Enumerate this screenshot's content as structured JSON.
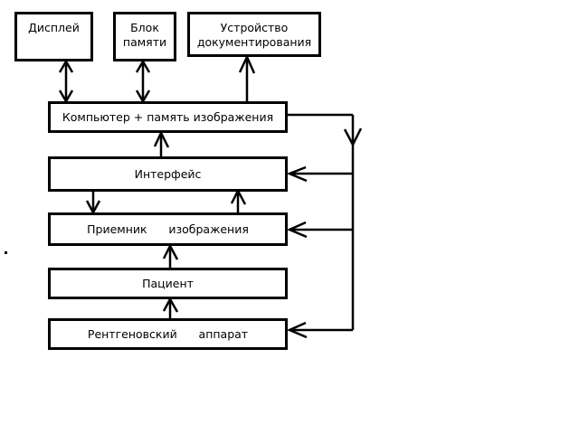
{
  "diagram": {
    "title": "Digital radiography system block diagram",
    "background_color": "#ffffff",
    "line_color": "#000000",
    "nodes": [
      {
        "id": "display",
        "label": "Дисплей"
      },
      {
        "id": "memory-unit",
        "label": "Блок\nпамяти"
      },
      {
        "id": "documentation",
        "label": "Устройство\nдокументирования"
      },
      {
        "id": "computer",
        "label": "Компьютер + память изображения"
      },
      {
        "id": "interface",
        "label": "Интерфейс"
      },
      {
        "id": "image-receptor",
        "label": "Приемник      изображения"
      },
      {
        "id": "patient",
        "label": "Пациент"
      },
      {
        "id": "xray-machine",
        "label": "Рентгеновский      аппарат"
      }
    ],
    "connections": [
      {
        "from": "computer",
        "to": "display",
        "type": "bidirectional"
      },
      {
        "from": "computer",
        "to": "memory-unit",
        "type": "bidirectional"
      },
      {
        "from": "computer",
        "to": "documentation",
        "type": "unidirectional"
      },
      {
        "from": "interface",
        "to": "computer",
        "type": "unidirectional"
      },
      {
        "from": "interface",
        "to": "image-receptor",
        "type": "unidirectional"
      },
      {
        "from": "image-receptor",
        "to": "interface",
        "type": "unidirectional"
      },
      {
        "from": "patient",
        "to": "image-receptor",
        "type": "unidirectional"
      },
      {
        "from": "xray-machine",
        "to": "patient",
        "type": "unidirectional"
      },
      {
        "from": "computer",
        "to": "interface",
        "type": "control-bus"
      },
      {
        "from": "computer",
        "to": "image-receptor",
        "type": "control-bus"
      },
      {
        "from": "computer",
        "to": "xray-machine",
        "type": "control-bus"
      }
    ]
  }
}
